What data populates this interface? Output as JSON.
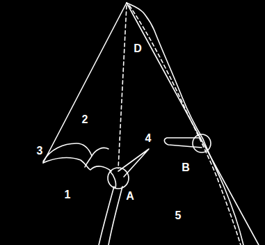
{
  "diagram": {
    "labels": [
      "D",
      "2",
      "4",
      "3",
      "B",
      "1",
      "A",
      "5"
    ]
  }
}
